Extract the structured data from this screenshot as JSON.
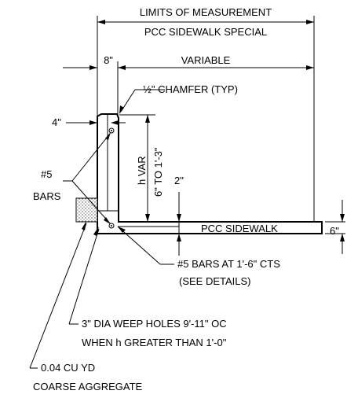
{
  "labels": {
    "limits_of_measurement": "LIMITS OF MEASUREMENT",
    "pcc_sidewalk_special": "PCC SIDEWALK SPECIAL",
    "dim_8": "8\"",
    "variable": "VARIABLE",
    "chamfer": "½\" CHAMFER (TYP)",
    "dim_4": "4\"",
    "h_var": "h VAR",
    "six_to_1_3": "6\" TO 1'-3\"",
    "dim_2": "2\"",
    "bars_5": "#5",
    "bars_word": "BARS",
    "pcc_sidewalk": "PCC SIDEWALK",
    "dim_6": "6\"",
    "bars_spacing": "#5 BARS AT 1'-6\" CTS",
    "see_details": "(SEE DETAILS)",
    "weep_line1": "3\" DIA WEEP HOLES 9'-11\" OC",
    "weep_line2": "WHEN h GREATER THAN 1'-0\"",
    "aggregate_line1": "0.04 CU YD",
    "aggregate_line2": "COARSE AGGREGATE"
  }
}
